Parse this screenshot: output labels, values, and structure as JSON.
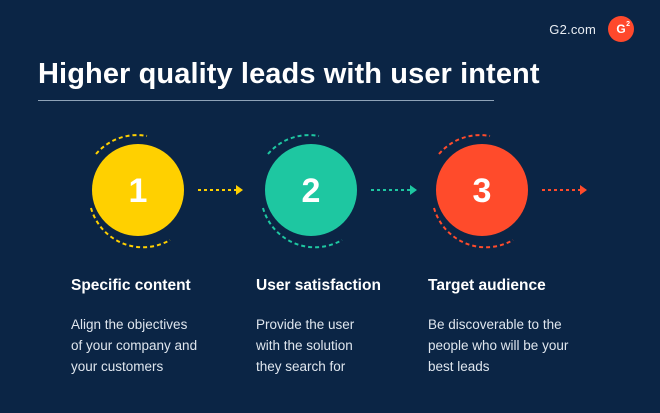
{
  "brand": {
    "site": "G2.com",
    "logo_text": "G",
    "logo_sup": "2"
  },
  "title": "Higher quality leads with user intent",
  "colors": {
    "background": "#0b2545",
    "step1": "#ffd000",
    "step2": "#1ec7a1",
    "step3": "#ff4b2b"
  },
  "steps": [
    {
      "number": "1",
      "heading": "Specific content",
      "body": [
        "Align the objectives",
        "of your company and",
        "your customers"
      ]
    },
    {
      "number": "2",
      "heading": "User satisfaction",
      "body": [
        "Provide the user",
        "with the solution",
        "they search for"
      ]
    },
    {
      "number": "3",
      "heading": "Target audience",
      "body": [
        "Be discoverable to the",
        "people who will be your",
        "best leads"
      ]
    }
  ]
}
